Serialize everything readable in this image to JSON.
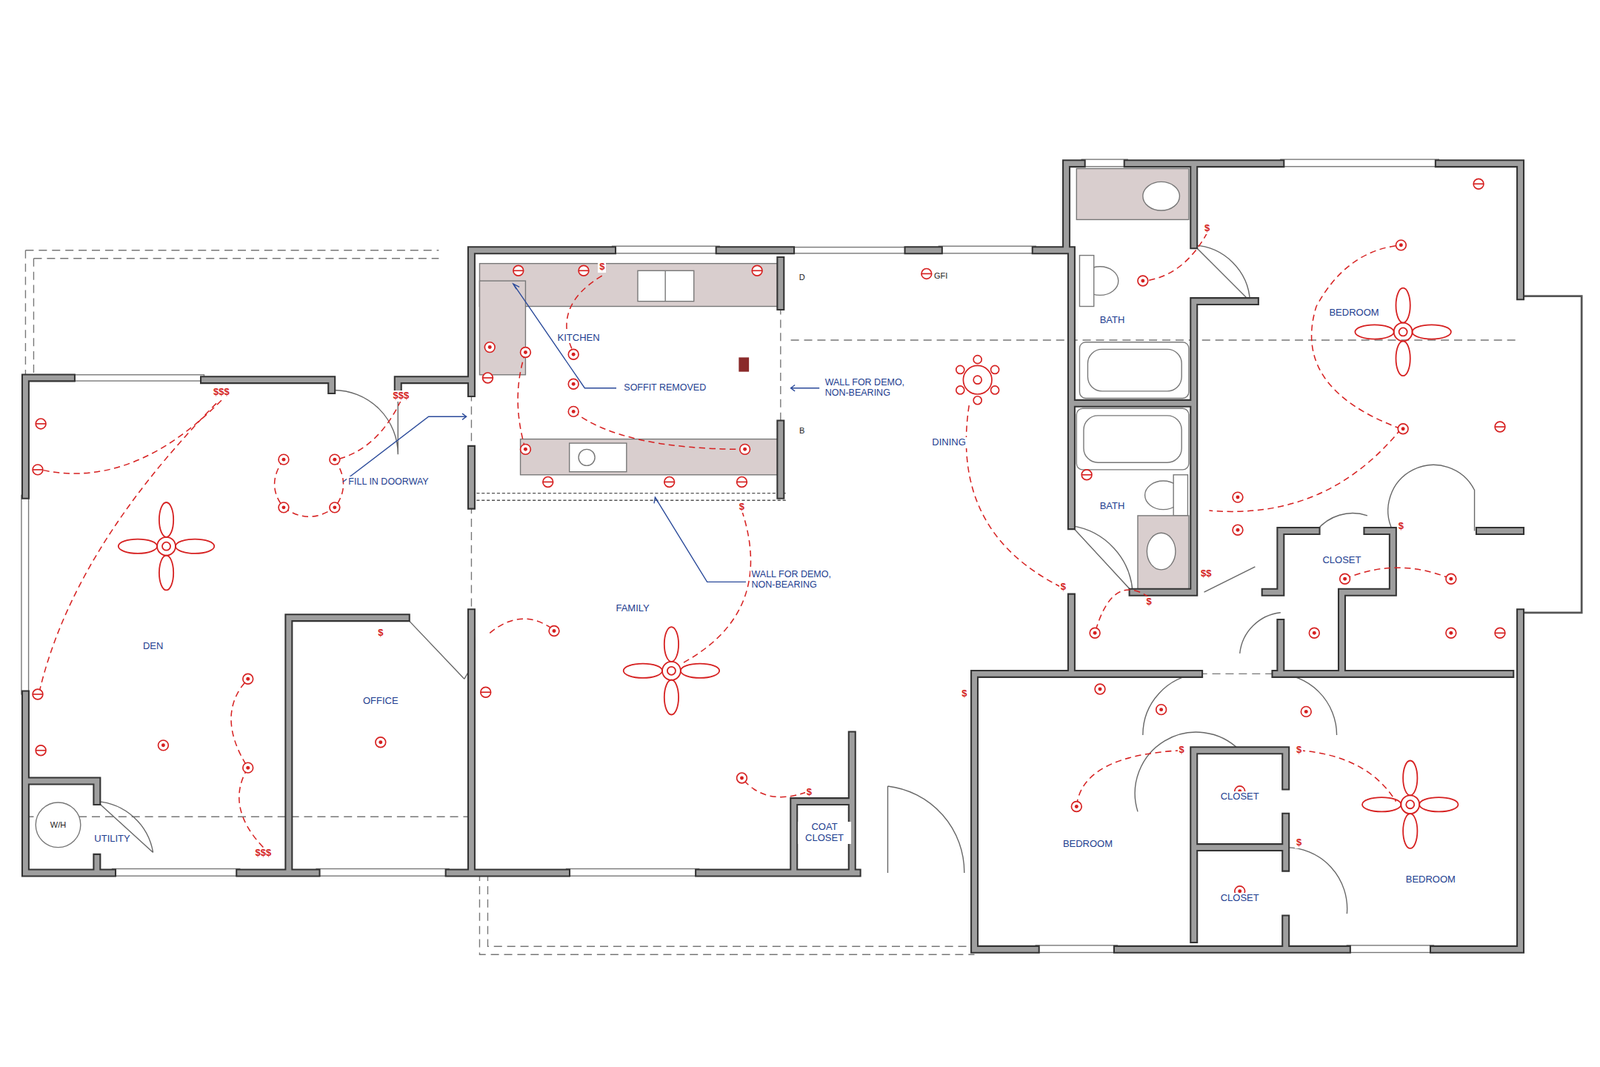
{
  "diagram": {
    "labels": [
      "KITCHEN",
      "SOFFIT REMOVED",
      "WALL FOR DEMO, NON-BEARING",
      "FILL IN DOORWAY",
      "DINING",
      "BATH",
      "BEDROOM",
      "DEN",
      "WALL FOR DEMO, NON-BEARING",
      "BATH",
      "CLOSET",
      "FAMILY",
      "OFFICE",
      "W/H",
      "UTILITY",
      "COAT CLOSET",
      "CLOSET",
      "BEDROOM",
      "BEDROOM",
      "CLOSET",
      "GFI",
      "D",
      "B",
      "$$$",
      "$$$",
      "$",
      "$",
      "$",
      "$",
      "$",
      "$$",
      "$",
      "$",
      "$",
      "$",
      "$",
      "$",
      "$",
      "$$$"
    ]
  }
}
